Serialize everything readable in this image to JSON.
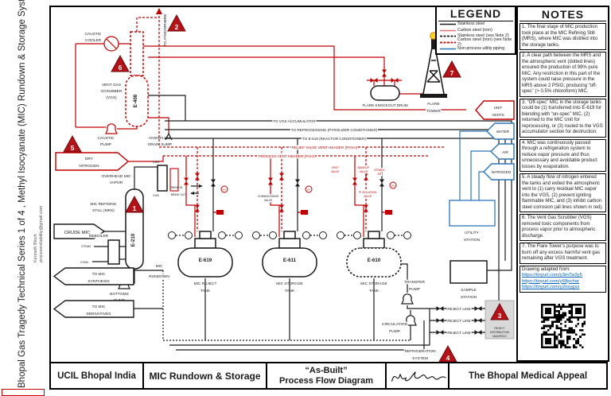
{
  "sidebar": {
    "title": "Bhopal Gas Tragedy Technical Series 1 of 4 , Methyl Isocyanate (MIC) Rundown & Storage System",
    "author": "Kenneth Bloch",
    "email": "processreliability@gmail.com"
  },
  "legend": {
    "title": "LEGEND",
    "items": [
      {
        "label": "Stainless steel",
        "color": "#1a1a1a",
        "style": "solid"
      },
      {
        "label": "Carbon steel (iron)",
        "color": "#e57373",
        "style": "solid"
      },
      {
        "label": "Stainless steel (see Note 2)",
        "color": "#1a1a1a",
        "style": "dashed"
      },
      {
        "label": "Carbon steel (iron) (see Note 2)",
        "color": "#c00000",
        "style": "dashed"
      },
      {
        "label": "Non-process utility piping",
        "color": "#2e75b6",
        "style": "solid"
      }
    ]
  },
  "notes": {
    "title": "NOTES",
    "items": [
      "1. The final stage of MIC production took place at the MIC Refining Still (MRS), where MIC was distilled into the storage tanks.",
      "2. A clear path between the MRS and the atmospheric vent (dotted lines) ensured the production of 99% pure MIC. Any restriction in this part of the system could raise pressure in the MRS above 2 PSIG; producing “off-spec” (> 0.5% chloroform) MIC.",
      "3. “Off-spec” MIC in the storage tanks could be (1) transferred into E-619 for blending with “on-spec” MIC, (2) returned to the MIC Unit for reprocessing, or (3) routed to the VGS accumulator section for destruction.",
      "4. MIC was continuously passed through a refrigeration system to reduce vapor pressure and thus unnecessary and avoidable product losses by evaporation.",
      "5. A steady flow of nitrogen entered the tanks and exited the atmospheric vent to (1) carry residual MIC vapor into the VGS, (2) prevent igniting flammable MIC, and (3) inhibit carbon steel corrosion (all lines shown in red).",
      "6. The Vent Gas Scrubber (VGS) removed toxic components from process vapor prior to atmospheric discharge.",
      "7. The Flare Tower’s purpose was to burn off any excess harmful vent gas remaining after VGS treatment."
    ],
    "adapted": "Drawing adapted from:",
    "links": [
      "https://tinyurl.com/y3m7w3y5",
      "https://tinyurl.com/y68pchar",
      "https://tinyurl.com/y2nsygsx"
    ]
  },
  "title_block": {
    "company": "UCIL Bhopal India",
    "system": "MIC Rundown & Storage",
    "doc1": "“As-Built”",
    "doc2": "Process Flow Diagram",
    "org": "The Bhopal Medical Appeal"
  },
  "triangles": [
    "1",
    "2",
    "3",
    "4",
    "5",
    "6",
    "7"
  ],
  "d": {
    "to_atmosphere": "TO ATMOSPHERE",
    "caustic_cooler": [
      "CAUSTIC",
      "COOLER"
    ],
    "vgs": [
      "VENT GAS",
      "SCRUBBER",
      "(VGS)"
    ],
    "e408": "E-408",
    "caustic_pump": [
      "CAUSTIC",
      "PUMP"
    ],
    "overflow": [
      "OVERFLOW",
      "DRAIN SUMP"
    ],
    "dry_nitrogen": [
      "DRY",
      "NITROGEN"
    ],
    "overhead": [
      "OVERHEAD MIC",
      "VAPOR"
    ],
    "cwr": "CWR",
    "cws": "CWS",
    "mrs": [
      "MIC REFINING",
      "STILL (MRS)"
    ],
    "e210": "E-210",
    "crude_mic": "CRUDE MIC",
    "reboiler": "REBOILER",
    "steam": "STEAM",
    "cond": "COND",
    "to_synthesis": [
      "TO MIC",
      "SYNTHESIS"
    ],
    "bottoms_pump": [
      "BOTTOMS",
      "PUMP"
    ],
    "mic_rundown": [
      "MIC",
      "RUNDOWN"
    ],
    "to_derivatives": [
      "TO MIC",
      "DERIVATIVES"
    ],
    "flare_ko": "FLARE KNOCKOUT DRUM",
    "flare_tower": [
      "FLARE",
      "TOWER"
    ],
    "h1": "TO VGS ACCUMULATOR",
    "h2": "TO REPROCESSING (PYROLIZER CONDITIONER)",
    "h3": "TO E-619 (REACTOR CONDITIONER)",
    "h4": "RELIEF VALVE VENT HEADER (RVVH)",
    "h5": "PROCESS VENT HEADER (PVH)",
    "unit_vents": [
      "UNIT",
      "VENTS"
    ],
    "water": "WATER",
    "air": "AIR",
    "nitrogen": "NITROGEN",
    "utility_station": [
      "UTILITY",
      "STATION"
    ],
    "e619": "E-619",
    "e611": "E-611",
    "e610": "E-610",
    "reject_tank": [
      "MIC REJECT",
      "TANK"
    ],
    "storage_tank": [
      "MIC STORAGE",
      "TANK"
    ],
    "transfer_pump": [
      "TRANSFER",
      "PUMP"
    ],
    "circulation_pump": [
      "CIRCULATION",
      "PUMP"
    ],
    "refrigeration": [
      "REFRIGERATION",
      "SYSTEM"
    ],
    "sample_station": [
      "SAMPLE",
      "STATION"
    ],
    "reject_line": "REJECT LINE",
    "reject_manifold": [
      "REJECT",
      "DISTRIBUTION",
      "MANIFOLD"
    ],
    "vent_valve": [
      "VENT",
      "VALVE"
    ],
    "makeup_valve": [
      "MAKEUP",
      "VALVE"
    ],
    "strainer": [
      "STRAIN-",
      "ER"
    ],
    "pi_isolation": [
      "PI ISOLATION",
      "VALVE"
    ],
    "common_bond": [
      "COMMON BOND",
      "VALVE"
    ],
    "brine_in": "BRINE IN",
    "brine_out": "BRINE OUT",
    "pi": "PI"
  }
}
